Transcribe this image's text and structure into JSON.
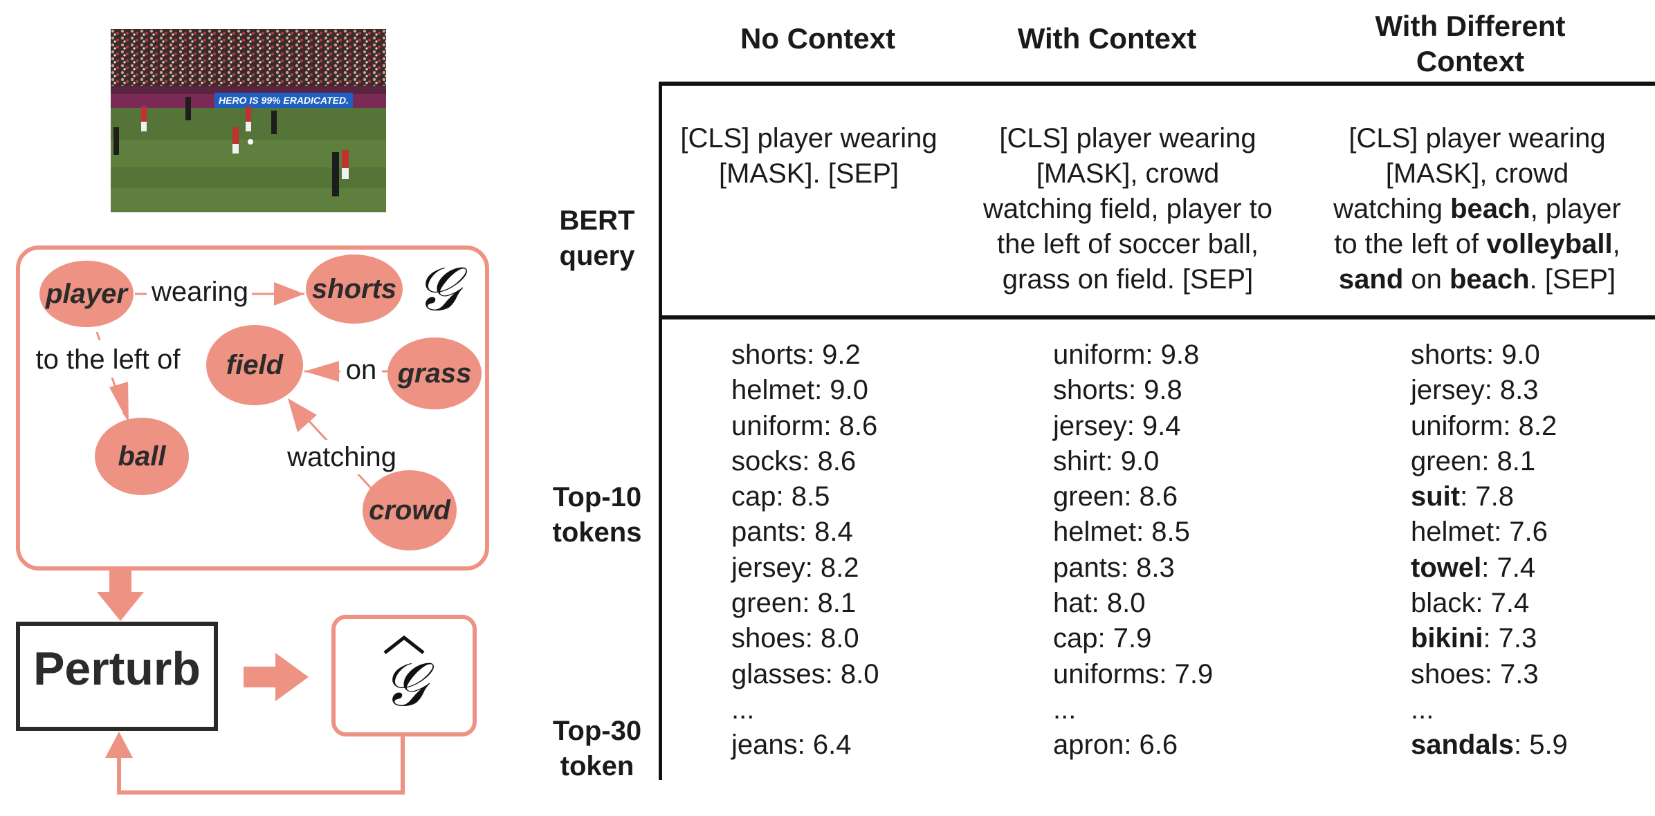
{
  "graph": {
    "nodes": [
      "player",
      "shorts",
      "field",
      "grass",
      "ball",
      "crowd"
    ],
    "edges": [
      "wearing",
      "to the left of",
      "on",
      "watching"
    ],
    "symbol": "𝒢",
    "symbol_hat": "𝒢"
  },
  "perturb_label": "Perturb",
  "photo": {
    "banner_text": "HERO IS 99% ERADICATED."
  },
  "columns": [
    "No Context",
    "With Context",
    "With Different Context"
  ],
  "row_labels": {
    "query": [
      "BERT",
      "query"
    ],
    "top10": [
      "Top-10",
      "tokens"
    ],
    "top30": [
      "Top-30",
      "token"
    ]
  },
  "queries": [
    [
      [
        "[CLS] player wearing",
        false
      ],
      [
        "[MASK]. [SEP]",
        false
      ]
    ],
    [
      [
        "[CLS] player wearing",
        false
      ],
      [
        "[MASK], crowd",
        false
      ],
      [
        "watching field, player to",
        false
      ],
      [
        "the left of soccer ball,",
        false
      ],
      [
        "grass on field. [SEP]",
        false
      ]
    ],
    [
      [
        "[CLS] player wearing",
        false
      ],
      [
        "[MASK], crowd",
        false
      ]
    ]
  ],
  "query_col3_rich": [
    [
      {
        "t": "[CLS] player wearing",
        "b": false
      }
    ],
    [
      {
        "t": "[MASK], crowd",
        "b": false
      }
    ],
    [
      {
        "t": "watching ",
        "b": false
      },
      {
        "t": "beach",
        "b": true
      },
      {
        "t": ", player",
        "b": false
      }
    ],
    [
      {
        "t": "to the left of ",
        "b": false
      },
      {
        "t": "volleyball",
        "b": true
      },
      {
        "t": ",",
        "b": false
      }
    ],
    [
      {
        "t": "sand",
        "b": true
      },
      {
        "t": " on ",
        "b": false
      },
      {
        "t": "beach",
        "b": true
      },
      {
        "t": ". [SEP]",
        "b": false
      }
    ]
  ],
  "top_tokens": [
    [
      {
        "token": "shorts",
        "score": "9.2",
        "bold": false
      },
      {
        "token": "helmet",
        "score": "9.0",
        "bold": false
      },
      {
        "token": "uniform",
        "score": "8.6",
        "bold": false
      },
      {
        "token": "socks",
        "score": "8.6",
        "bold": false
      },
      {
        "token": "cap",
        "score": "8.5",
        "bold": false
      },
      {
        "token": "pants",
        "score": "8.4",
        "bold": false
      },
      {
        "token": "jersey",
        "score": "8.2",
        "bold": false
      },
      {
        "token": "green",
        "score": "8.1",
        "bold": false
      },
      {
        "token": "shoes",
        "score": "8.0",
        "bold": false
      },
      {
        "token": "glasses",
        "score": "8.0",
        "bold": false
      }
    ],
    [
      {
        "token": "uniform",
        "score": "9.8",
        "bold": false
      },
      {
        "token": "shorts",
        "score": "9.8",
        "bold": false
      },
      {
        "token": "jersey",
        "score": "9.4",
        "bold": false
      },
      {
        "token": "shirt",
        "score": "9.0",
        "bold": false
      },
      {
        "token": "green",
        "score": "8.6",
        "bold": false
      },
      {
        "token": "helmet",
        "score": "8.5",
        "bold": false
      },
      {
        "token": "pants",
        "score": "8.3",
        "bold": false
      },
      {
        "token": "hat",
        "score": "8.0",
        "bold": false
      },
      {
        "token": "cap",
        "score": "7.9",
        "bold": false
      },
      {
        "token": "uniforms",
        "score": "7.9",
        "bold": false
      }
    ],
    [
      {
        "token": "shorts",
        "score": "9.0",
        "bold": false
      },
      {
        "token": "jersey",
        "score": "8.3",
        "bold": false
      },
      {
        "token": "uniform",
        "score": "8.2",
        "bold": false
      },
      {
        "token": "green",
        "score": "8.1",
        "bold": false
      },
      {
        "token": "suit",
        "score": "7.8",
        "bold": true
      },
      {
        "token": "helmet",
        "score": "7.6",
        "bold": false
      },
      {
        "token": "towel",
        "score": "7.4",
        "bold": true
      },
      {
        "token": "black",
        "score": "7.4",
        "bold": false
      },
      {
        "token": "bikini",
        "score": "7.3",
        "bold": true
      },
      {
        "token": "shoes",
        "score": "7.3",
        "bold": false
      }
    ]
  ],
  "ellipsis": "...",
  "top30": [
    {
      "token": "jeans",
      "score": "6.4",
      "bold": false
    },
    {
      "token": "apron",
      "score": "6.6",
      "bold": false
    },
    {
      "token": "sandals",
      "score": "5.9",
      "bold": true
    }
  ],
  "colors": {
    "node_fill": "#ee9283",
    "edge": "#ee9283",
    "box_border": "#ee9283",
    "perturb_border": "#2a2a2a"
  }
}
